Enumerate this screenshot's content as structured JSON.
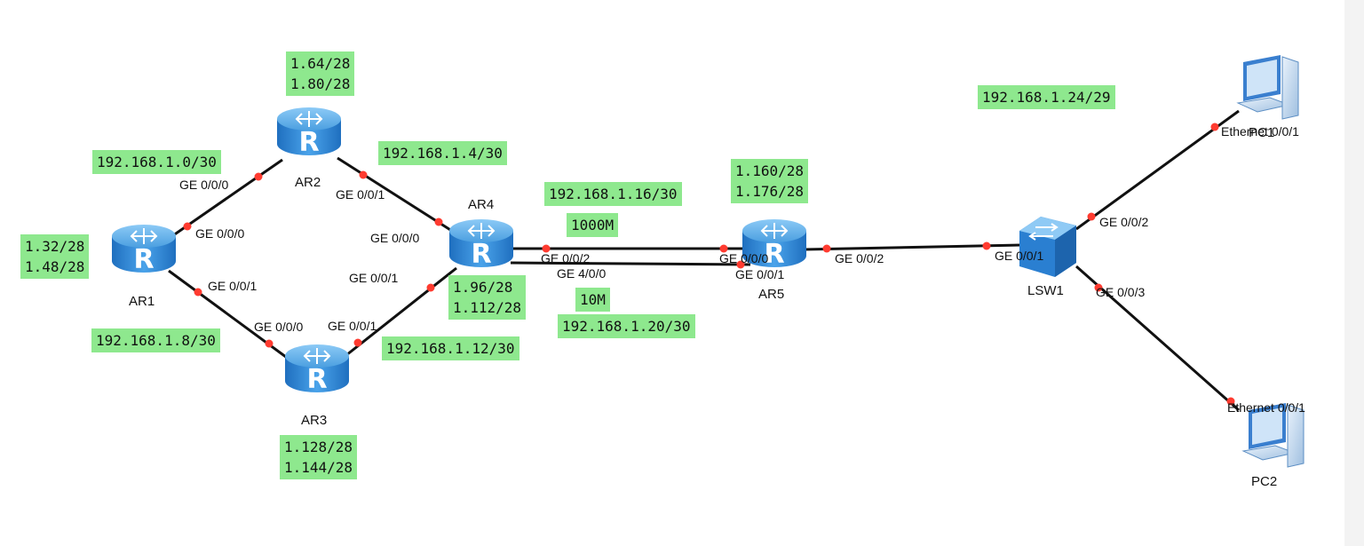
{
  "devices": {
    "ar1": {
      "name": "AR1",
      "icon": "router-icon"
    },
    "ar2": {
      "name": "AR2",
      "icon": "router-icon"
    },
    "ar3": {
      "name": "AR3",
      "icon": "router-icon"
    },
    "ar4": {
      "name": "AR4",
      "icon": "router-icon"
    },
    "ar5": {
      "name": "AR5",
      "icon": "router-icon"
    },
    "lsw1": {
      "name": "LSW1",
      "icon": "switch-icon"
    },
    "pc1": {
      "name": "PC1",
      "icon": "pc-icon"
    },
    "pc2": {
      "name": "PC2",
      "icon": "pc-icon"
    }
  },
  "notes": {
    "ar2_loopbacks": "1.64/28\n1.80/28",
    "ar1_ar2_net": "192.168.1.0/30",
    "ar2_ar4_net": "192.168.1.4/30",
    "ar1_loopbacks": "1.32/28\n1.48/28",
    "ar1_ar3_net": "192.168.1.8/30",
    "ar3_ar4_net": "192.168.1.12/30",
    "ar3_loopbacks": "1.128/28\n1.144/28",
    "ar4_loopbacks": "1.96/28\n1.112/28",
    "ar4_ar5_upper_net": "192.168.1.16/30",
    "upper_bandwidth": "1000M",
    "lower_bandwidth": "10M",
    "ar4_ar5_lower_net": "192.168.1.20/30",
    "ar5_loopbacks": "1.160/28\n1.176/28",
    "lan_net": "192.168.1.24/29"
  },
  "interfaces": {
    "ar2_left": "GE 0/0/0",
    "ar1_top": "GE 0/0/0",
    "ar2_right": "GE 0/0/1",
    "ar4_left_top": "GE 0/0/0",
    "ar1_bottom": "GE 0/0/1",
    "ar3_left": "GE 0/0/0",
    "ar3_right": "GE 0/0/1",
    "ar4_left_bottom": "GE 0/0/1",
    "ar4_upper_link": "GE 0/0/2",
    "ar4_lower_link": "GE 4/0/0",
    "ar5_upper_link": "GE 0/0/0",
    "ar5_lower_link": "GE 0/0/1",
    "ar5_right": "GE 0/0/2",
    "lsw1_left": "GE 0/0/1",
    "lsw1_upper": "GE 0/0/2",
    "lsw1_lower": "GE 0/0/3",
    "pc1_port": "Ethernet 0/0/1",
    "pc2_port": "Ethernet 0/0/1"
  },
  "colors": {
    "note_bg": "#8ee88e",
    "link": "#111111",
    "port_dot": "#ff3b30",
    "device_blue": "#2f86d6"
  }
}
